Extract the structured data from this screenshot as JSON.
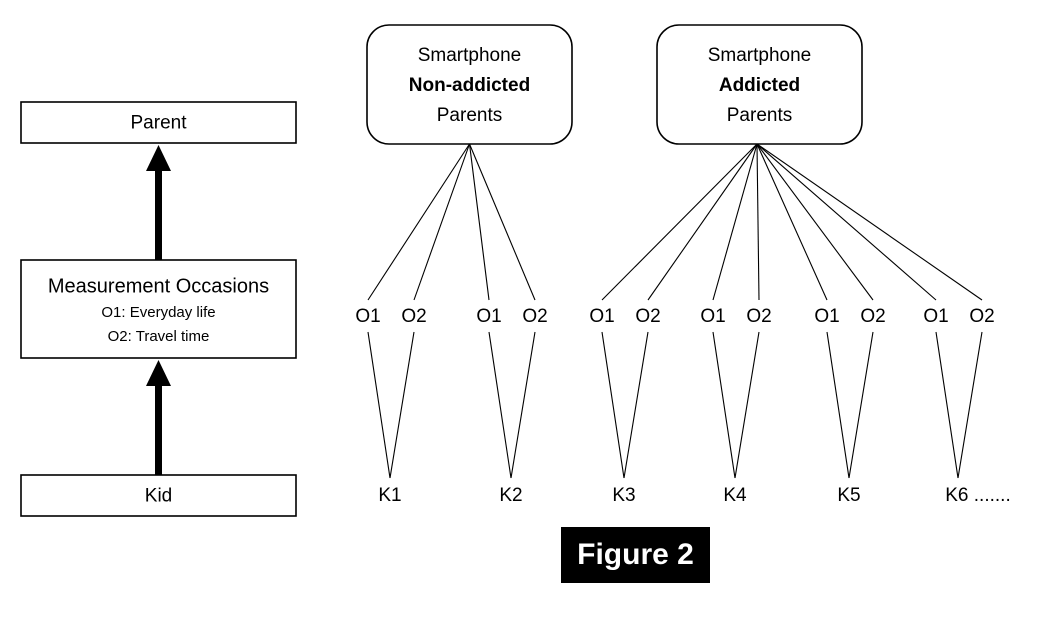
{
  "figure": {
    "caption": "Figure 2",
    "caption_bg": "#000000",
    "caption_fg": "#ffffff"
  },
  "left_panel": {
    "levels": [
      {
        "id": "parent",
        "title": "Parent",
        "sublines": []
      },
      {
        "id": "measurement-occasions",
        "title": "Measurement Occasions",
        "sublines": [
          "O1: Everyday life",
          "O2: Travel time"
        ]
      },
      {
        "id": "kid",
        "title": "Kid",
        "sublines": []
      }
    ],
    "arrow_direction": "upward"
  },
  "right_panel": {
    "groups": [
      {
        "id": "non-addicted",
        "line1": "Smartphone",
        "line2": "Non-addicted",
        "line3": "Parents",
        "kids": [
          "K1",
          "K2"
        ],
        "occasions_per_kid": [
          "O1",
          "O2"
        ]
      },
      {
        "id": "addicted",
        "line1": "Smartphone",
        "line2": "Addicted",
        "line3": "Parents",
        "kids": [
          "K3",
          "K4",
          "K5",
          "K6 ......."
        ],
        "occasions_per_kid": [
          "O1",
          "O2"
        ]
      }
    ],
    "occasion_labels": [
      "O1",
      "O2",
      "O1",
      "O2",
      "O1",
      "O2",
      "O1",
      "O2",
      "O1",
      "O2",
      "O1",
      "O2"
    ],
    "kid_labels": [
      "K1",
      "K2",
      "K3",
      "K4",
      "K5",
      "K6 ......."
    ]
  },
  "colors": {
    "stroke": "#000000",
    "fill": "#ffffff",
    "caption_band": "#000000"
  }
}
